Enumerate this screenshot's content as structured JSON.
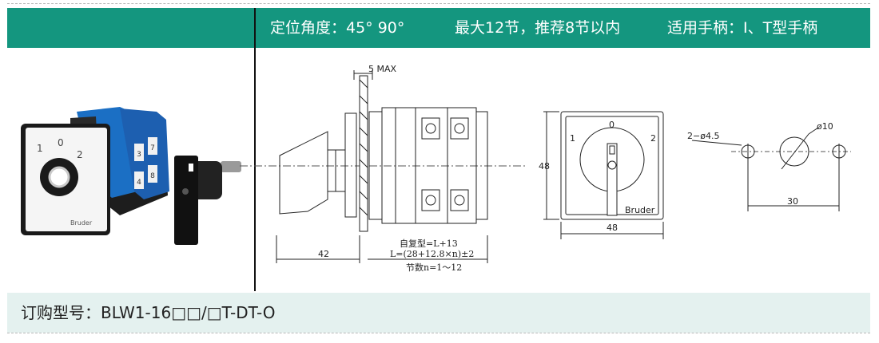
{
  "header": {
    "angle": "定位角度：45° 90°",
    "sections": "最大12节，推荐8节以内",
    "handle": "适用手柄：I、T型手柄"
  },
  "photo": {
    "dial_positions": [
      "1",
      "0",
      "2"
    ],
    "brand": "Bruder",
    "deck_numbers": [
      "3",
      "4",
      "7",
      "8"
    ]
  },
  "side_view": {
    "max_label": "5 MAX",
    "width_label": "42",
    "formula_auto": "自复型=L+13",
    "formula_L": "L=(28+12.8×n)±2",
    "sections_note": "节数n=1～12"
  },
  "front_view": {
    "positions": [
      "1",
      "0",
      "2"
    ],
    "height_label": "48",
    "width_label": "48",
    "brand": "Bruder"
  },
  "mounting": {
    "hole_label": "2−ø4.5",
    "center_label": "ø10",
    "spacing_label": "30"
  },
  "footer": {
    "order_label": "订购型号：BLW1-16□□/□T-DT-O"
  }
}
